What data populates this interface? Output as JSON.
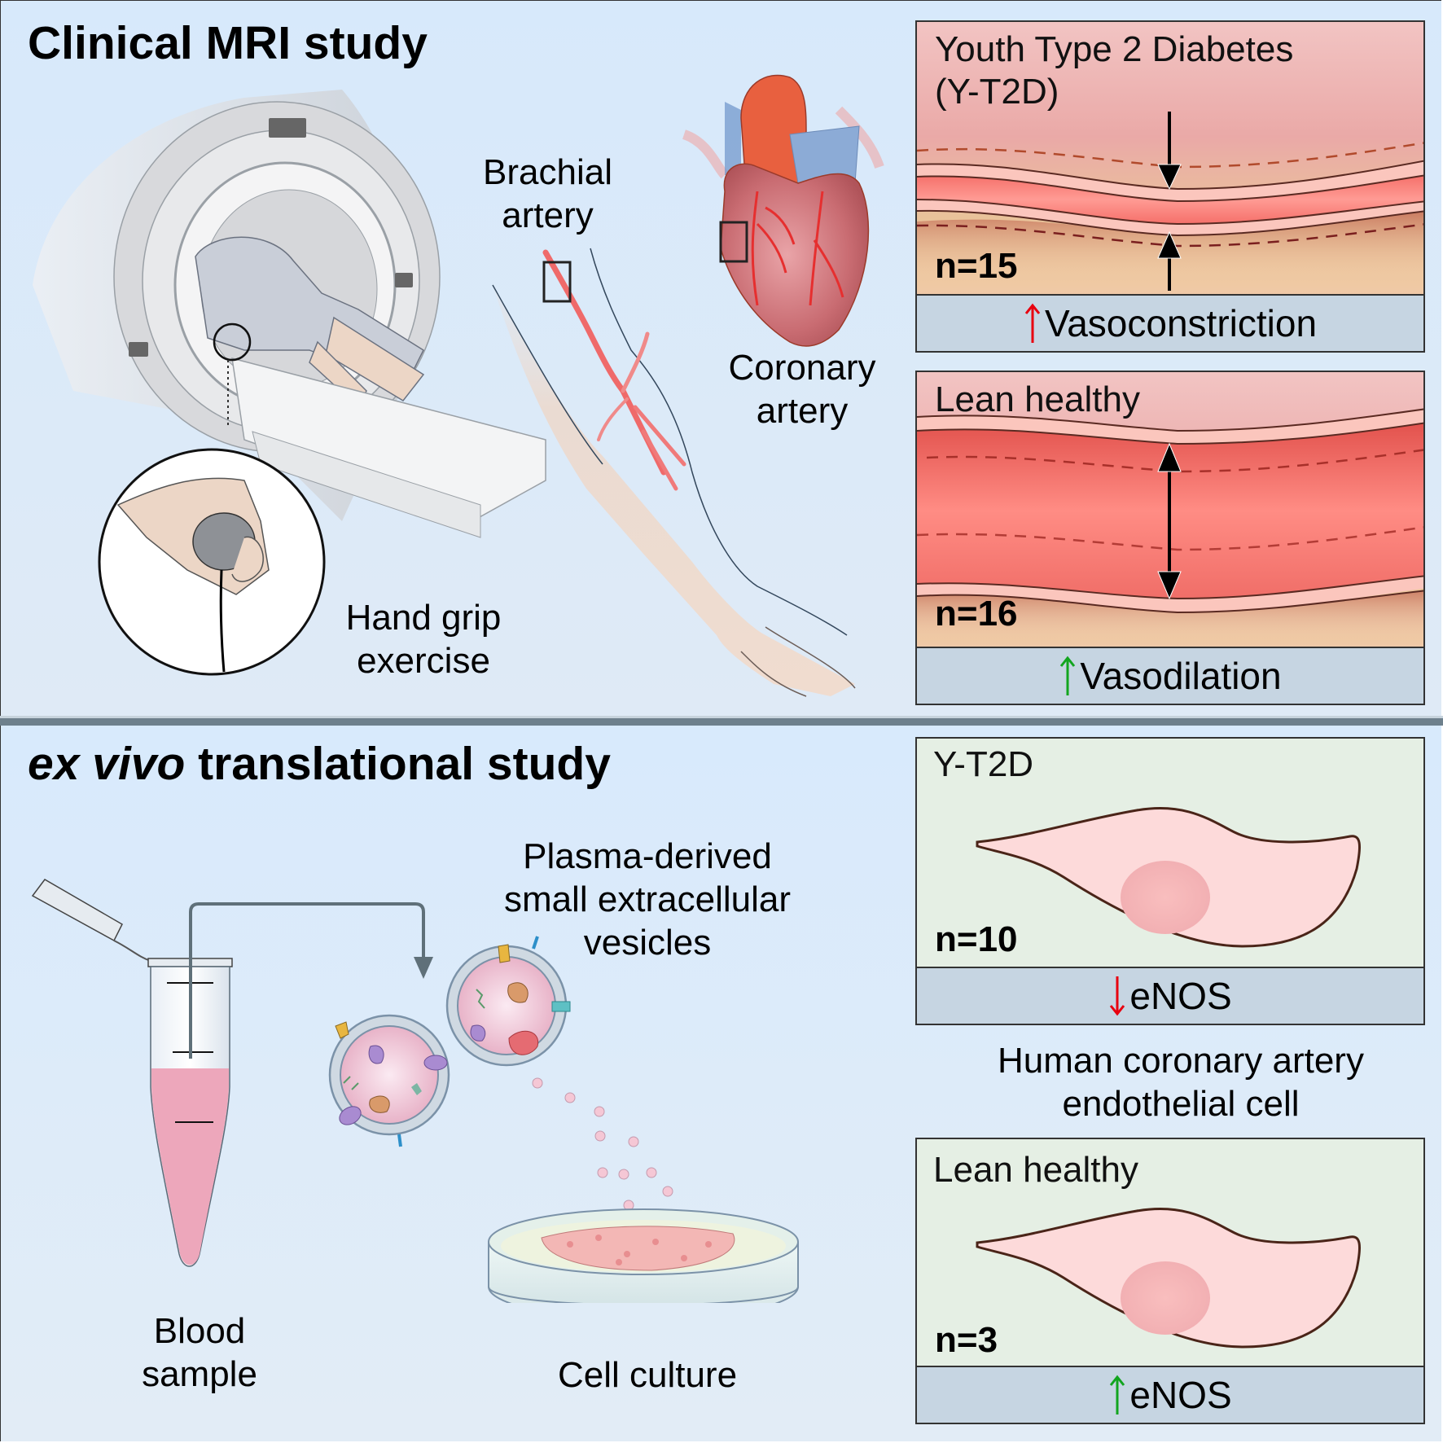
{
  "top_section": {
    "title": "Clinical MRI study",
    "labels": {
      "brachial_line1": "Brachial",
      "brachial_line2": "artery",
      "coronary_line1": "Coronary",
      "coronary_line2": "artery",
      "handgrip_line1": "Hand grip",
      "handgrip_line2": "exercise"
    },
    "panels": [
      {
        "heading_line1": "Youth Type 2 Diabetes",
        "heading_line2": "(Y-T2D)",
        "n": "n=15",
        "direction": "up",
        "direction_color": "#e8000f",
        "result": "Vasoconstriction"
      },
      {
        "heading_line1": "Lean healthy",
        "heading_line2": "",
        "n": "n=16",
        "direction": "up",
        "direction_color": "#12a51f",
        "result": "Vasodilation"
      }
    ]
  },
  "bottom_section": {
    "title_italic": "ex vivo",
    "title_rest": " translational study",
    "labels": {
      "vesicles_line1": "Plasma-derived",
      "vesicles_line2": "small extracellular",
      "vesicles_line3": "vesicles",
      "blood_line1": "Blood",
      "blood_line2": "sample",
      "culture": "Cell culture",
      "cell_type_line1": "Human coronary artery",
      "cell_type_line2": "endothelial cell"
    },
    "panels": [
      {
        "heading": "Y-T2D",
        "n": "n=10",
        "direction": "down",
        "direction_color": "#e8000f",
        "result": "eNOS"
      },
      {
        "heading": "Lean healthy",
        "n": "n=3",
        "direction": "up",
        "direction_color": "#12a51f",
        "result": "eNOS"
      }
    ]
  },
  "colors": {
    "divider": "#6e808c",
    "strip": "#c6d5e2",
    "cell_fill": "#fddada",
    "cell_outline": "#4a2418",
    "vessel_red": "#f17f7a"
  }
}
